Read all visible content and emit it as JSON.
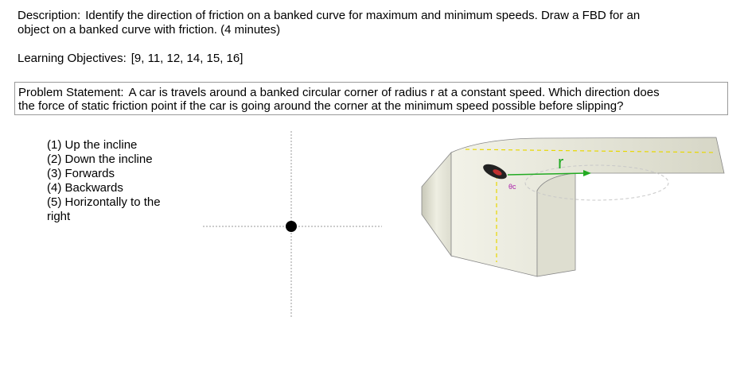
{
  "description": {
    "label": "Description:",
    "text_line1": "Identify the direction of friction on a banked curve for maximum and minimum speeds.  Draw a FBD for an",
    "text_line2": "object on a banked curve with friction.  (4 minutes)"
  },
  "objectives": {
    "label": "Learning Objectives:",
    "text": "[9, 11, 12, 14, 15, 16]"
  },
  "problem": {
    "label": "Problem Statement:",
    "text_line1": "A car is travels around a banked circular corner of radius r at a constant speed.  Which direction does",
    "text_line2": "the force of static friction point if the car is going around the corner at the minimum speed possible before slipping?"
  },
  "choices": [
    "(1)  Up the incline",
    "(2)  Down the incline",
    "(3)  Forwards",
    "(4)  Backwards",
    "(5)  Horizontally to the",
    "right"
  ],
  "diagram": {
    "radius_label": "r",
    "angle_label": "θc",
    "colors": {
      "radius": "#22aa22",
      "angle": "#aa22aa",
      "dashed": "#e8d800",
      "surface": "#e6e6d6",
      "dot": "#000000"
    }
  }
}
